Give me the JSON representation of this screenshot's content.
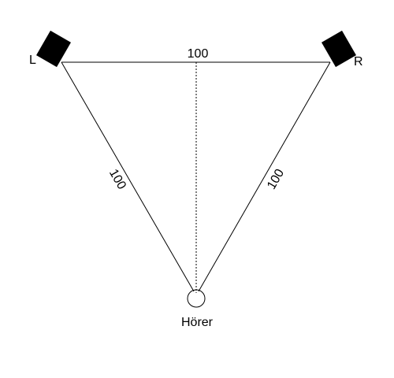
{
  "diagram": {
    "left_speaker_label": "L",
    "right_speaker_label": "R",
    "top_distance_label": "100",
    "left_distance_label": "100",
    "right_distance_label": "100",
    "listener_label": "Hörer",
    "line_color": "#000000",
    "speaker_color": "#000000",
    "center_line_style": "dotted"
  }
}
